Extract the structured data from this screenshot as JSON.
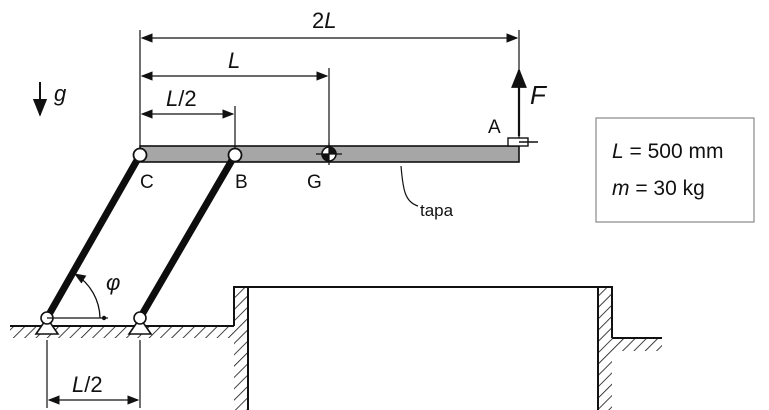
{
  "dims": {
    "top_first": "2",
    "top_italic": "L",
    "mid": "L",
    "left_first": "L",
    "left_rest": "/2",
    "bottom_first": "L",
    "bottom_rest": "/2"
  },
  "points": {
    "A": "A",
    "B": "B",
    "C": "C",
    "G": "G"
  },
  "labels": {
    "gravity": "g",
    "force": "F",
    "angle": "φ",
    "lid": "tapa"
  },
  "params_box": {
    "line1_var": "L",
    "line1_rest": " = 500 mm",
    "line2_var": "m",
    "line2_rest": " = 30 kg"
  },
  "colors": {
    "lid_fill": "#a6a6a6",
    "stroke": "#111111",
    "bar": "#0d0d0d"
  }
}
